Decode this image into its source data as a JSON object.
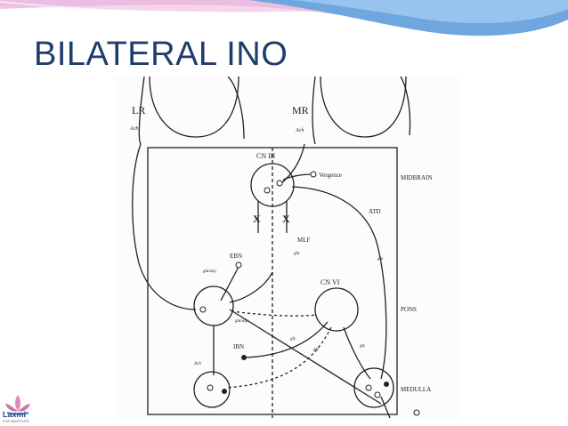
{
  "slide": {
    "title": "BILATERAL INO"
  },
  "diagram": {
    "labels": {
      "lr": "LR",
      "mr": "MR",
      "ach_lr": "Ach",
      "ach_mr": "Ach",
      "cn3": "CN III",
      "vergence": "Vergence",
      "midbrain": "MIDBRAIN",
      "atd": "ATD",
      "mlf": "MLF",
      "glu_mlf": "glu",
      "glu_atd": "glu",
      "ebn": "EBN",
      "glu_asp": "glu/asp",
      "cn6": "CN VI",
      "pons": "PONS",
      "ibn": "IBN",
      "gly_a": "gly",
      "gly_b": "gly",
      "gly_c": "gly",
      "ach_bottom": "Ach",
      "glu_asp_lower": "glu/asp",
      "medulla": "MEDULLA",
      "lesion_left": "X",
      "lesion_right": "X"
    }
  },
  "logo": {
    "name": "Laxmi",
    "tagline": "EYE INSTITUTE"
  },
  "colors": {
    "title": "#1f3d6b",
    "banner_pink": "#f3c6e8",
    "banner_blue": "#7fb3e6",
    "line": "#222222"
  }
}
